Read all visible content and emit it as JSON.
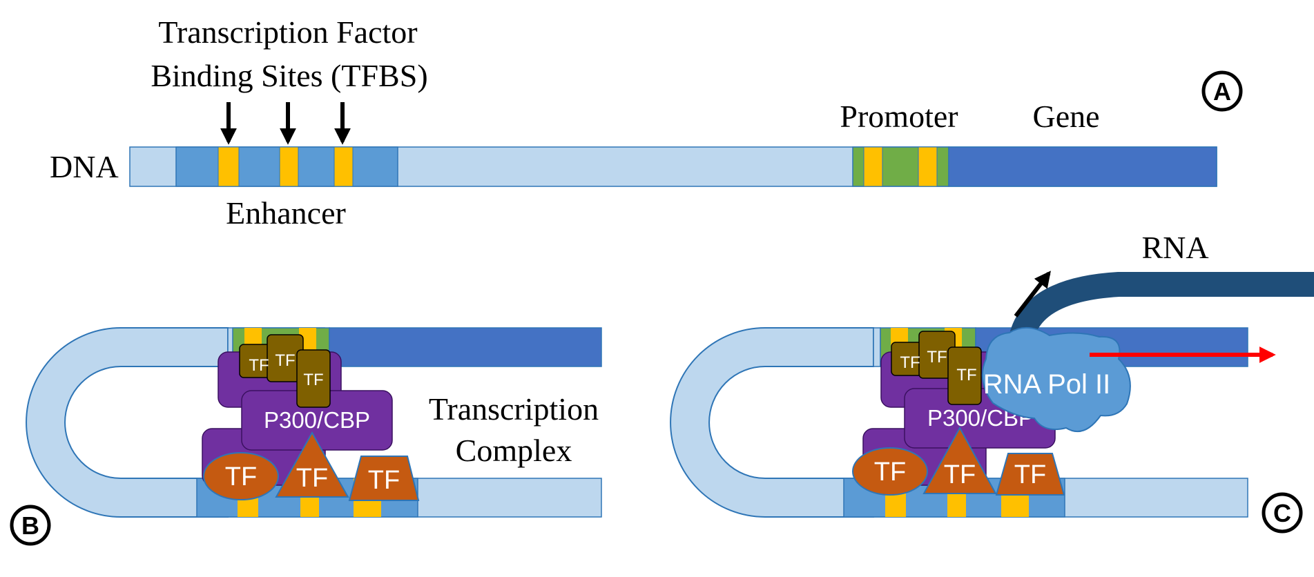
{
  "panel_a": {
    "tfbs_title_line1": "Transcription Factor",
    "tfbs_title_line2": "Binding Sites (TFBS)",
    "dna_label": "DNA",
    "enhancer_label": "Enhancer",
    "promoter_label": "Promoter",
    "gene_label": "Gene",
    "panel_letter": "A"
  },
  "panel_b": {
    "panel_letter": "B",
    "complex_label_line1": "Transcription",
    "complex_label_line2": "Complex",
    "coactivator_label": "P300/CBP",
    "tf_label": "TF"
  },
  "panel_c": {
    "panel_letter": "C",
    "rna_label": "RNA",
    "polymerase_label": "RNA Pol II",
    "coactivator_label": "P300/CBP",
    "tf_label": "TF"
  },
  "colors": {
    "dna_light": "#bdd7ee",
    "enhancer_blue": "#5b9bd5",
    "gene_blue": "#4472c4",
    "tfbs_yellow": "#ffc000",
    "promoter_green": "#70ad47",
    "coactivator_purple": "#7030a0",
    "small_tf_olive": "#7f6000",
    "tf_orange": "#c55a11",
    "rna_navy": "#1f4e79",
    "pol_blue": "#5b9bd5",
    "transcription_arrow": "#ff0000"
  }
}
